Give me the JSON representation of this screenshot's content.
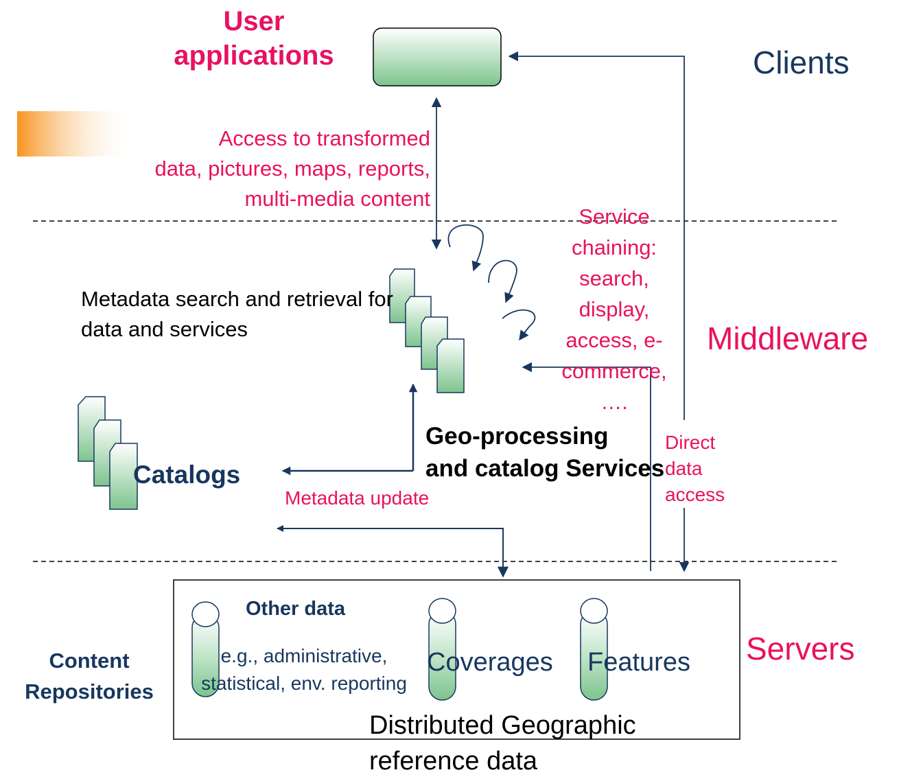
{
  "colors": {
    "accent_pink": "#e8125f",
    "navy": "#17375e",
    "box_green_top": "#ffffff",
    "box_green_bottom": "#7dc48e",
    "orange_bar": "#f7931e"
  },
  "tiers": {
    "clients": "Clients",
    "middleware": "Middleware",
    "servers": "Servers"
  },
  "user_apps": {
    "line1": "User",
    "line2": "applications"
  },
  "access_text": {
    "line1": "Access to transformed",
    "line2": "data, pictures, maps, reports,",
    "line3": "multi-media content"
  },
  "service_chaining": {
    "line1": "Service",
    "line2": "chaining:",
    "line3": "search,",
    "line4": "display,",
    "line5": "access, e-",
    "line6": "commerce,",
    "line7": "…."
  },
  "metadata_search": {
    "line1": "Metadata search and retrieval for",
    "line2": "data and services"
  },
  "geo_processing": {
    "line1": "Geo-processing",
    "line2": "and catalog Services"
  },
  "catalogs": "Catalogs",
  "metadata_update": "Metadata update",
  "direct_access": {
    "line1": "Direct",
    "line2": "data",
    "line3": "access"
  },
  "content_repos": {
    "line1": "Content",
    "line2": "Repositories"
  },
  "other_data": {
    "title": "Other data",
    "line1": "e.g., administrative,",
    "line2": "statistical, env. reporting"
  },
  "coverages": "Coverages",
  "features": "Features",
  "distributed": {
    "line1": "Distributed Geographic",
    "line2": "reference data"
  },
  "icons": [
    "doc-stack-icon",
    "cylinder-db-icon",
    "curved-arrow-icon"
  ]
}
